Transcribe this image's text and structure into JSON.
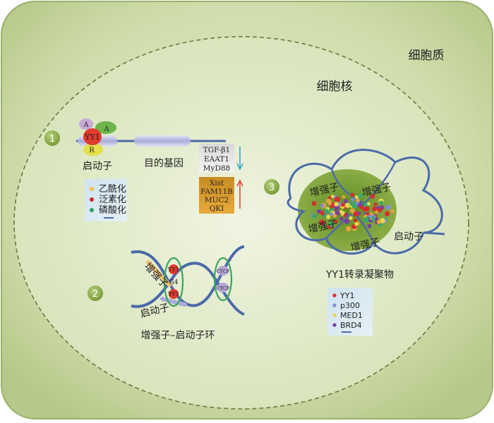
{
  "labels": {
    "cytoplasm": "细胞质",
    "nucleus": "细胞核",
    "promoter": "启动子",
    "target_gene": "目的基因",
    "enhancer": "增强子",
    "ep_loop": "增强子–启动子环",
    "condensate": "YY1转录凝聚物"
  },
  "steps": [
    "1",
    "2",
    "3"
  ],
  "factor": {
    "name": "YY1",
    "a": "A",
    "r": "R"
  },
  "modifications": [
    {
      "label": "乙酰化",
      "color": "#f2c14e"
    },
    {
      "label": "泛素化",
      "color": "#c62828"
    },
    {
      "label": "磷酸化",
      "color": "#2e9e5b"
    }
  ],
  "genes_down": [
    "TGF-β1",
    "EAAT1",
    "MyD88"
  ],
  "genes_up": [
    "Xist",
    "FAM11B",
    "MUC2",
    "QKI"
  ],
  "loop_marks": {
    "yy1_top": "YY1",
    "g4": "G4",
    "yy1_bottom": "YY1",
    "ctcf_top": "CTCF",
    "ctcf_bottom": "CTCF"
  },
  "condensate_legend": [
    {
      "label": "YY1",
      "color": "#d32f2f"
    },
    {
      "label": "p300",
      "color": "#7e8fd4"
    },
    {
      "label": "MED1",
      "color": "#e8d84a"
    },
    {
      "label": "BRD4",
      "color": "#7b3fa0"
    }
  ],
  "colors": {
    "cytoplasm": "#c5d69e",
    "nucleus": "#dde8c0",
    "dna": "#4a6aa8",
    "step_badge": "#8fb04a"
  }
}
